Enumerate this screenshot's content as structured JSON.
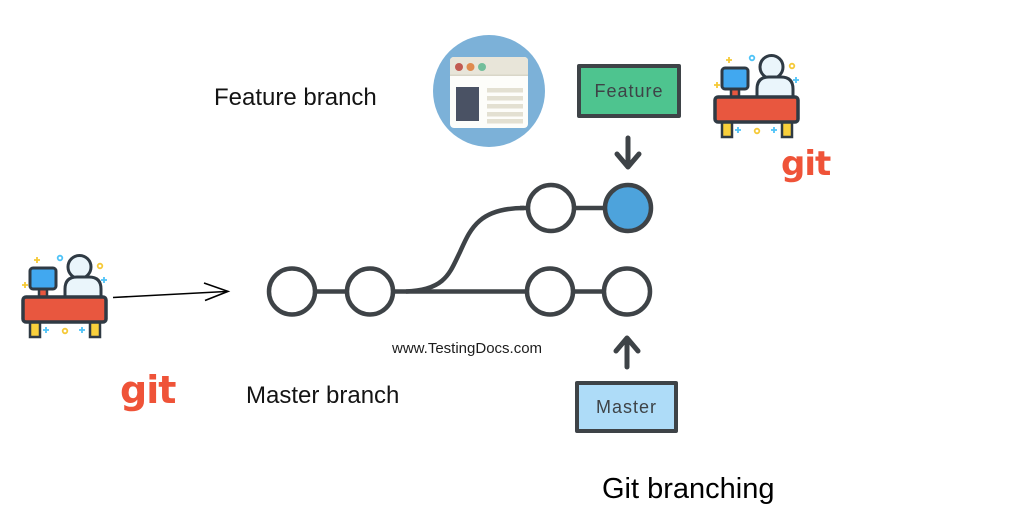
{
  "page": {
    "background": "#ffffff",
    "title": "Git branching"
  },
  "labels": {
    "feature_branch": "Feature branch",
    "master_branch": "Master branch"
  },
  "watermark": "www.TestingDocs.com",
  "boxes": {
    "feature": {
      "label": "Feature"
    },
    "master": {
      "label": "Master"
    }
  },
  "git_logos": {
    "left": "git",
    "right": "git"
  },
  "graph": {
    "branches": [
      {
        "name": "master",
        "commit_count": 4,
        "highlighted_commits": 0
      },
      {
        "name": "feature",
        "commit_count": 2,
        "highlighted_commits": 1
      }
    ],
    "highlighted_commit": "feature branch tip (blue)"
  },
  "icons": {
    "browser_badge": "browser-window-icon",
    "desk_left": "developer-desk-icon",
    "desk_right": "developer-desk-icon"
  },
  "colors": {
    "outline": "#3E4347",
    "desk_outline": "#2F3A44",
    "feature_box_fill": "#4EC48F",
    "master_box_fill": "#AEDCF8",
    "highlight_commit_fill": "#4DA3DC",
    "commit_fill": "#FFFFFF",
    "git_text": "#EF5338",
    "desk_red": "#E8573F",
    "monitor_blue": "#41A8F0",
    "desk_leg_yellow": "#F8D03C",
    "person_fill": "#EAF5FB",
    "browser_badge_blue": "#7CB1D8",
    "browser_topbar": "#E8E5D9",
    "browser_dot_red": "#C25B52",
    "browser_dot_orange": "#DF8B4F",
    "browser_dot_green": "#72BE9B",
    "browser_content_dark": "#4A5264",
    "browser_line": "#E3E0D2"
  }
}
